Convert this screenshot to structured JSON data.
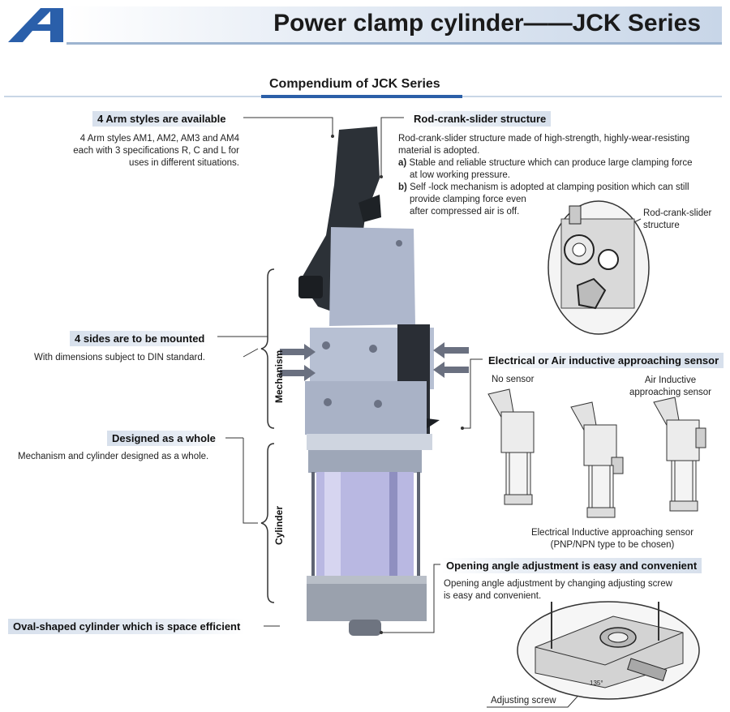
{
  "header": {
    "title": "Power clamp cylinder——JCK Series"
  },
  "section": {
    "title": "Compendium of JCK Series"
  },
  "features": {
    "arm_styles": {
      "title": "4 Arm styles are available",
      "desc": [
        "4 Arm styles AM1, AM2, AM3 and AM4",
        "each with 3 specifications R, C and L for",
        "uses in different situations."
      ]
    },
    "rod_crank": {
      "title": "Rod-crank-slider structure",
      "desc_lines": [
        "Rod-crank-slider structure made of high-strength, highly-wear-resisting",
        "material is adopted."
      ],
      "a_marker": "a)",
      "a_lines": [
        "Stable and reliable structure which can produce large clamping force",
        "at low working pressure."
      ],
      "b_marker": "b)",
      "b_lines": [
        "Self -lock mechanism is adopted at clamping position which can still",
        "provide clamping force even",
        "after compressed air is off."
      ],
      "callout": [
        "Rod-crank-slider",
        "structure"
      ]
    },
    "four_sides": {
      "title": "4 sides are to be mounted",
      "desc": "With dimensions subject to DIN standard."
    },
    "whole": {
      "title": "Designed as a whole",
      "desc": "Mechanism and cylinder designed as a whole."
    },
    "sensor": {
      "title": "Electrical or Air inductive approaching sensor",
      "no_sensor": "No sensor",
      "air_inductive": [
        "Air Inductive",
        "approaching sensor"
      ],
      "electrical": [
        "Electrical Inductive approaching sensor",
        "(PNP/NPN type to be chosen)"
      ]
    },
    "opening": {
      "title": "Opening angle adjustment is easy and convenient",
      "desc": [
        "Opening angle adjustment by changing adjusting screw",
        "is easy and convenient."
      ],
      "callout": "Adjusting screw",
      "angle_mark": "135°"
    },
    "oval": {
      "title": "Oval-shaped cylinder which is space efficient"
    }
  },
  "brackets": {
    "mechanism": "Mechanism",
    "cylinder": "Cylinder"
  }
}
